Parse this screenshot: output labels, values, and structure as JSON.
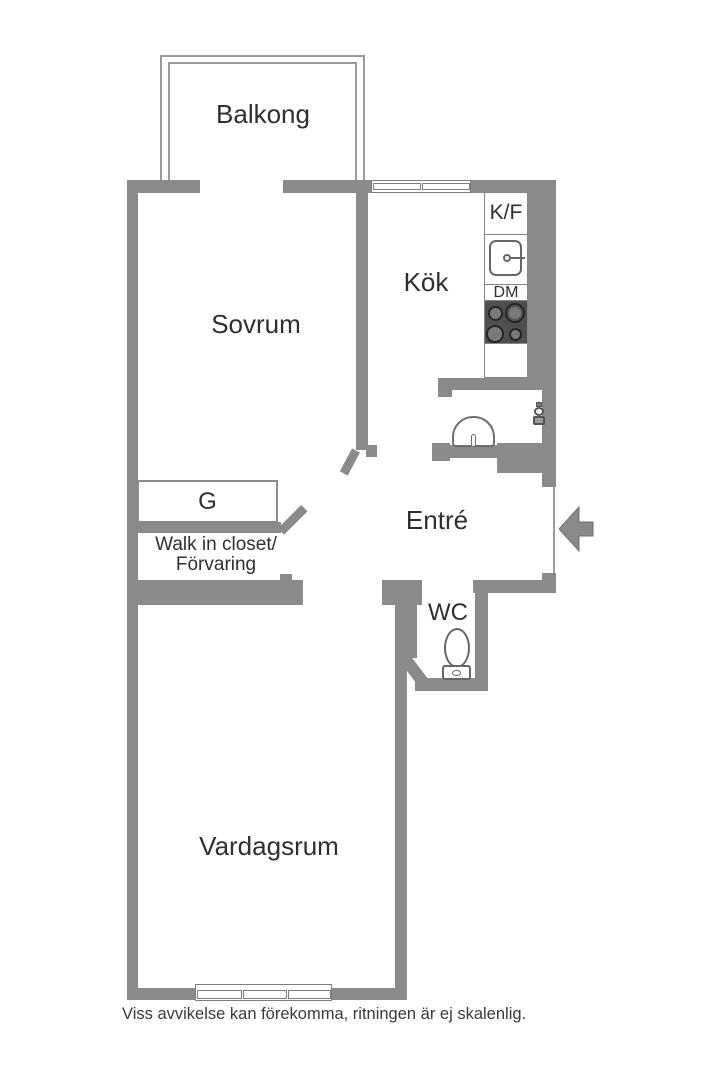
{
  "floor_plan": {
    "room_labels": {
      "balcony": "Balkong",
      "bedroom": "Sovrum",
      "kitchen": "Kök",
      "entrance": "Entré",
      "wc": "WC",
      "living_room": "Vardagsrum",
      "walk_in_closet_line1": "Walk in closet/",
      "walk_in_closet_line2": "Förvaring"
    },
    "fixture_labels": {
      "fridge_freezer": "K/F",
      "dishwasher": "DM",
      "wardrobe": "G"
    },
    "icons": [
      "kitchen-sink-icon",
      "stove-icon",
      "washbasin-icon",
      "faucet-icon",
      "toilet-icon",
      "entrance-arrow-icon",
      "window",
      "door-swing"
    ],
    "disclaimer": "Viss avvikelse kan förekomma, ritningen är ej skalenlig.",
    "colors": {
      "wall": "#8a8a8a",
      "fixture_outline": "#6f6f6f",
      "stove": "#4f4f4f",
      "text": "#2f2f2f",
      "background": "#ffffff"
    }
  }
}
